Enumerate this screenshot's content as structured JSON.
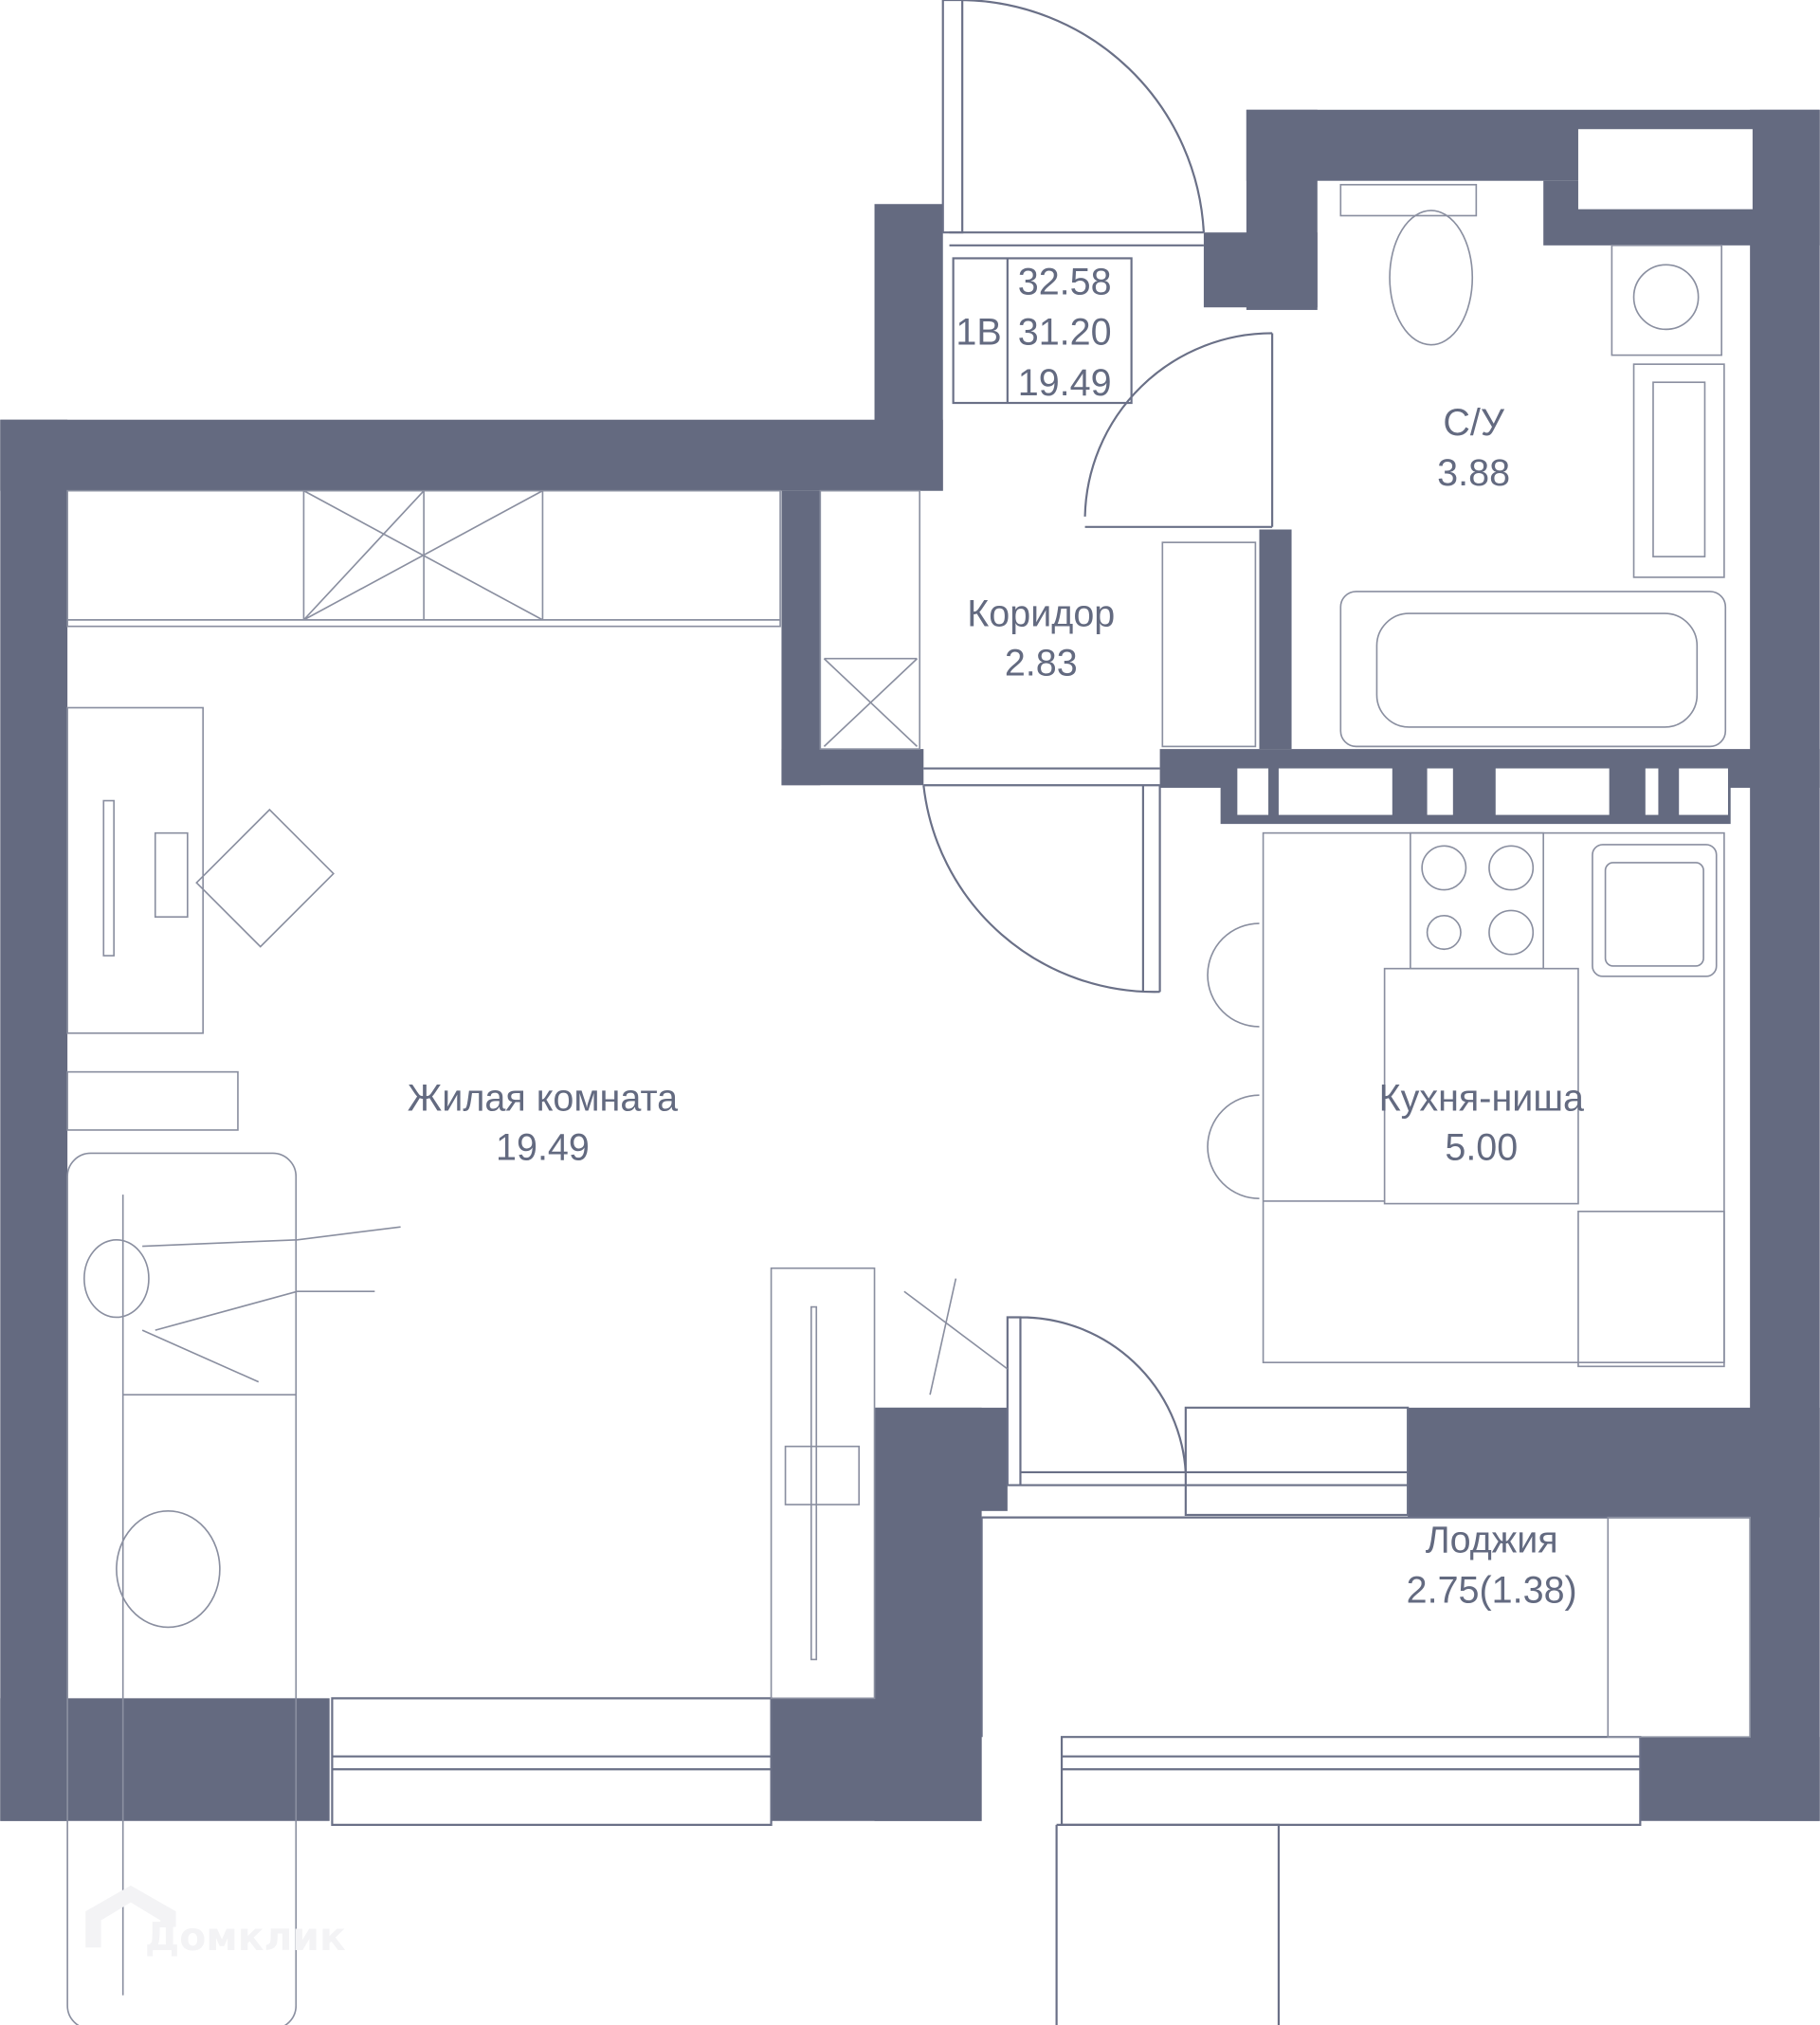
{
  "apartment": {
    "type": "1В",
    "total_area": "32.58",
    "area_without_balcony": "31.20",
    "living_area": "19.49"
  },
  "rooms": [
    {
      "name": "Жилая комната",
      "area": "19.49"
    },
    {
      "name": "Коридор",
      "area": "2.83"
    },
    {
      "name": "С/У",
      "area": "3.88"
    },
    {
      "name": "Кухня-ниша",
      "area": "5.00"
    },
    {
      "name": "Лоджия",
      "area": "2.75(1.38)"
    }
  ],
  "watermark": "Домклик",
  "colors": {
    "wall": "#646a80",
    "line": "#6a7087"
  }
}
